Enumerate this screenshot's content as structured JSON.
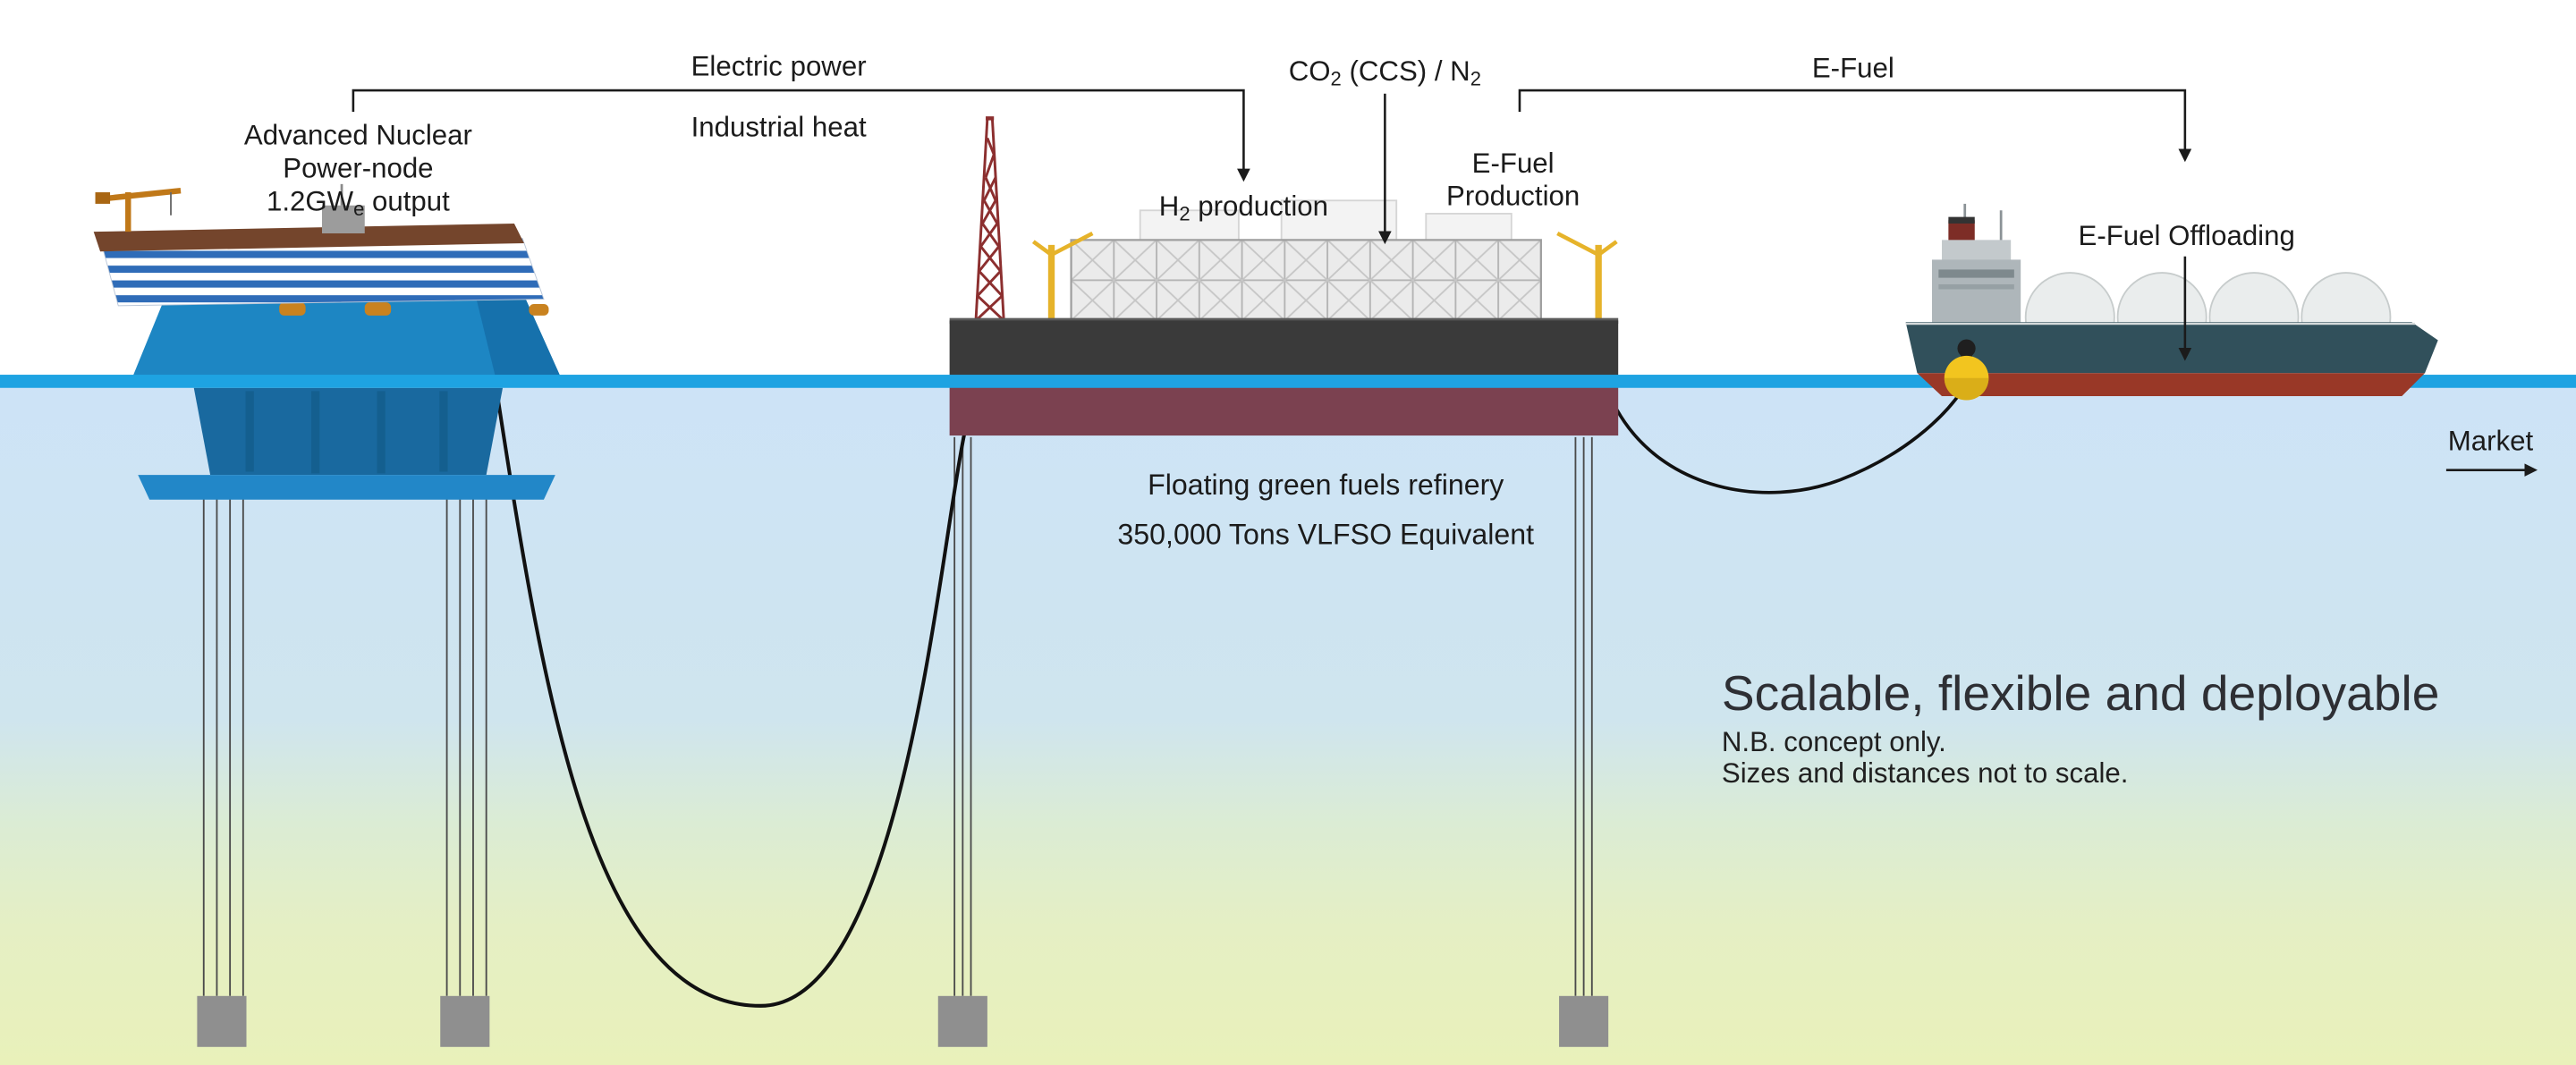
{
  "colors": {
    "waterline": "#1ea3e2",
    "water_top": "#cde3f7",
    "water_bottom": "#e9f1ba",
    "sky": "#ffffff",
    "nuclear_platform_blue": "#1d86c3",
    "barge_hull": "#3a3a3a",
    "barge_hull_submerged": "#7b4150",
    "crane_yellow": "#e6b32a",
    "ship_hull": "#31505b",
    "ship_hull_bottom": "#993827",
    "buoy_yellow": "#f2c51f",
    "anchor_gray": "#8f8f8f",
    "text": "#1b1b1b"
  },
  "top_arrows": {
    "electric_power": "Electric power",
    "industrial_heat": "Industrial heat",
    "co2": {
      "pre": "CO",
      "sub": "2",
      "mid": " (CCS) / N",
      "sub2": "2"
    },
    "efuel": "E-Fuel"
  },
  "nuclear_node": {
    "name_line1": "Advanced Nuclear",
    "name_line2": "Power-node",
    "output": {
      "pre": "1.2GW",
      "sub": "e",
      "post": " output"
    }
  },
  "refinery": {
    "h2": {
      "pre": "H",
      "sub": "2",
      "post": " production"
    },
    "efuel_production_line1": "E-Fuel",
    "efuel_production_line2": "Production",
    "caption_line1": "Floating green fuels refinery",
    "caption_line2": "350,000 Tons VLFSO Equivalent"
  },
  "tanker": {
    "offloading_label": "E-Fuel Offloading",
    "market_label": "Market"
  },
  "tagline": {
    "heading": "Scalable, flexible and deployable",
    "note1": "N.B. concept only.",
    "note2": "Sizes and distances not to scale."
  }
}
